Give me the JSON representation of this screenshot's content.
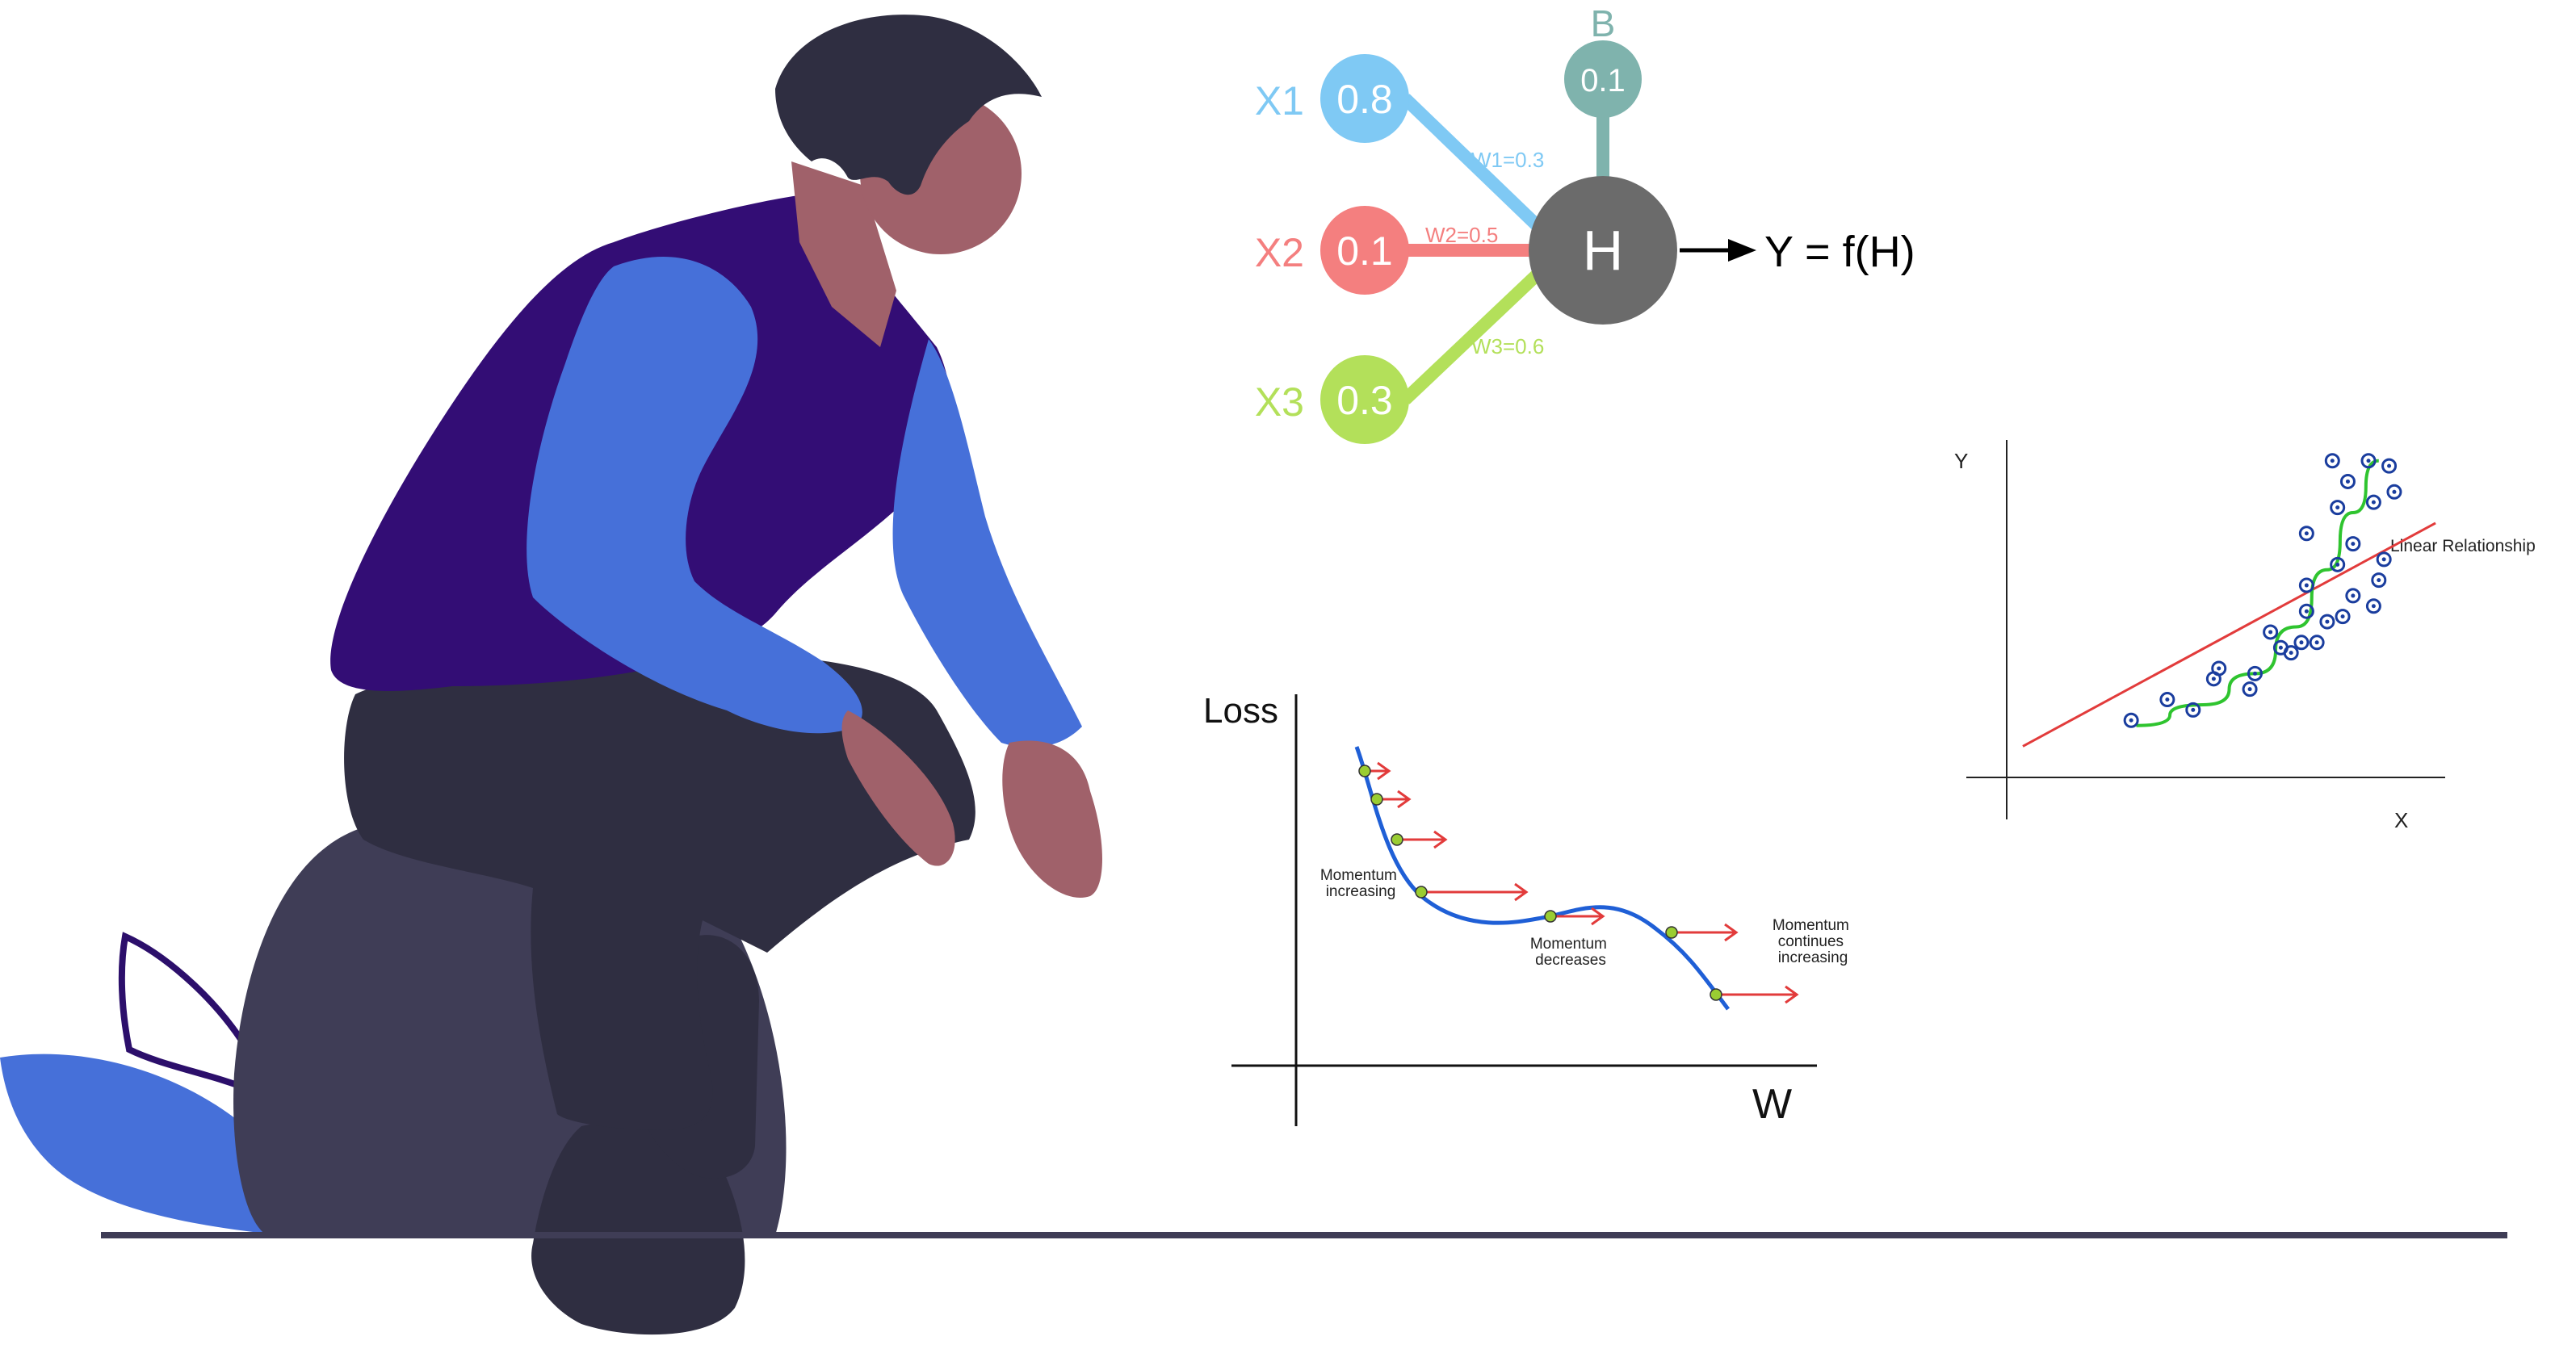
{
  "neural_network": {
    "inputs": [
      {
        "name": "X1",
        "value": "0.8",
        "weight": "W1=0.3",
        "color": "#7fc9f4"
      },
      {
        "name": "X2",
        "value": "0.1",
        "weight": "W2=0.5",
        "color": "#f47f7f"
      },
      {
        "name": "X3",
        "value": "0.3",
        "weight": "W3=0.6",
        "color": "#b3e05a"
      }
    ],
    "bias": {
      "name": "B",
      "value": "0.1",
      "color": "#7fb3ad"
    },
    "hidden": {
      "name": "H",
      "color": "#6b6b6b"
    },
    "output": "Y = f(H)"
  },
  "loss_chart": {
    "ylabel": "Loss",
    "xlabel": "W",
    "annotations": [
      [
        "Momentum",
        "increasing"
      ],
      [
        "Momentum",
        "decreases"
      ],
      [
        "Momentum",
        "continues",
        "increasing"
      ]
    ],
    "curve_color": "#1f5fd6",
    "arrow_color": "#e23b3b",
    "point_color": "#9acd32"
  },
  "chart_data": {
    "type": "scatter",
    "xlabel": "X",
    "ylabel": "Y",
    "points": [
      [
        1.6,
        2.6
      ],
      [
        2.3,
        3.0
      ],
      [
        2.8,
        2.8
      ],
      [
        3.2,
        3.4
      ],
      [
        3.3,
        3.6
      ],
      [
        3.9,
        3.2
      ],
      [
        4.0,
        3.5
      ],
      [
        4.3,
        4.3
      ],
      [
        4.5,
        4.0
      ],
      [
        4.7,
        3.9
      ],
      [
        4.9,
        4.1
      ],
      [
        5.0,
        4.7
      ],
      [
        5.0,
        5.2
      ],
      [
        5.0,
        6.2
      ],
      [
        5.2,
        4.1
      ],
      [
        5.4,
        4.5
      ],
      [
        5.6,
        5.6
      ],
      [
        5.7,
        4.6
      ],
      [
        5.9,
        5.0
      ],
      [
        5.9,
        6.0
      ],
      [
        5.6,
        6.7
      ],
      [
        5.8,
        7.2
      ],
      [
        6.3,
        6.8
      ],
      [
        6.4,
        5.3
      ],
      [
        6.5,
        5.7
      ],
      [
        6.3,
        4.8
      ],
      [
        5.5,
        7.6
      ],
      [
        6.2,
        7.6
      ],
      [
        6.7,
        7.0
      ],
      [
        6.6,
        7.5
      ]
    ],
    "linear_label": "Linear Relationship",
    "linear_line": [
      [
        -0.5,
        2.1
      ],
      [
        7.5,
        6.4
      ]
    ],
    "curve": [
      [
        1.7,
        2.5
      ],
      [
        3.0,
        2.9
      ],
      [
        4.0,
        3.5
      ],
      [
        4.8,
        4.4
      ],
      [
        5.4,
        5.5
      ],
      [
        5.9,
        6.6
      ],
      [
        6.4,
        7.6
      ]
    ],
    "xlim": [
      -0.5,
      8
    ],
    "ylim": [
      1.5,
      8
    ],
    "colors": {
      "points": "#1a3d9e",
      "linear": "#e23b3b",
      "curve": "#2fc42f"
    }
  }
}
